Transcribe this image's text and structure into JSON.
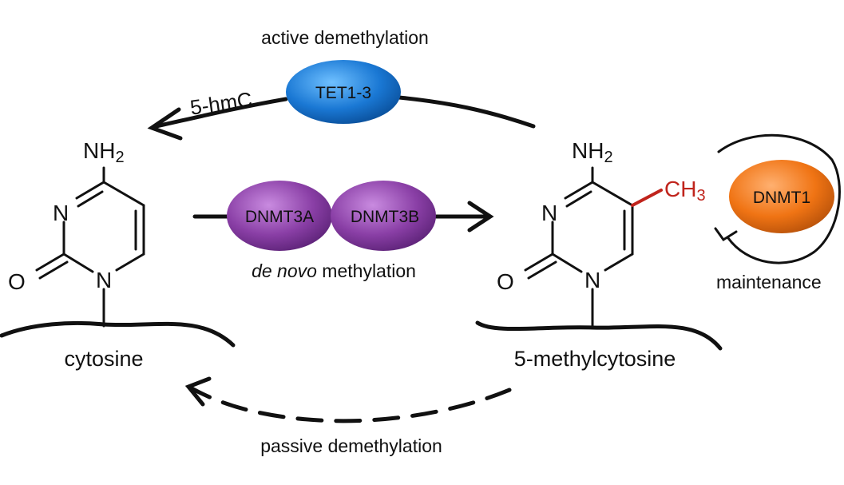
{
  "labels": {
    "active_demethylation": "active demethylation",
    "hmc": "5-hmC",
    "de_novo_italic": "de novo",
    "de_novo_rest": " methylation",
    "passive_demethylation": "passive demethylation",
    "maintenance": "maintenance",
    "cytosine": "cytosine",
    "methylcytosine": "5-methylcytosine"
  },
  "enzymes": {
    "tet": "TET1-3",
    "dnmt3a": "DNMT3A",
    "dnmt3b": "DNMT3B",
    "dnmt1": "DNMT1"
  },
  "atoms": {
    "amine_n": "NH",
    "amine_sub": "2",
    "ring_n": "N",
    "oxygen": "O",
    "methyl_c": "CH",
    "methyl_sub": "3"
  },
  "colors": {
    "tet": "#1a78d4",
    "dnmt3": "#8a3fa6",
    "dnmt1": "#f07414",
    "methyl": "#c0241c",
    "line": "#111111"
  }
}
